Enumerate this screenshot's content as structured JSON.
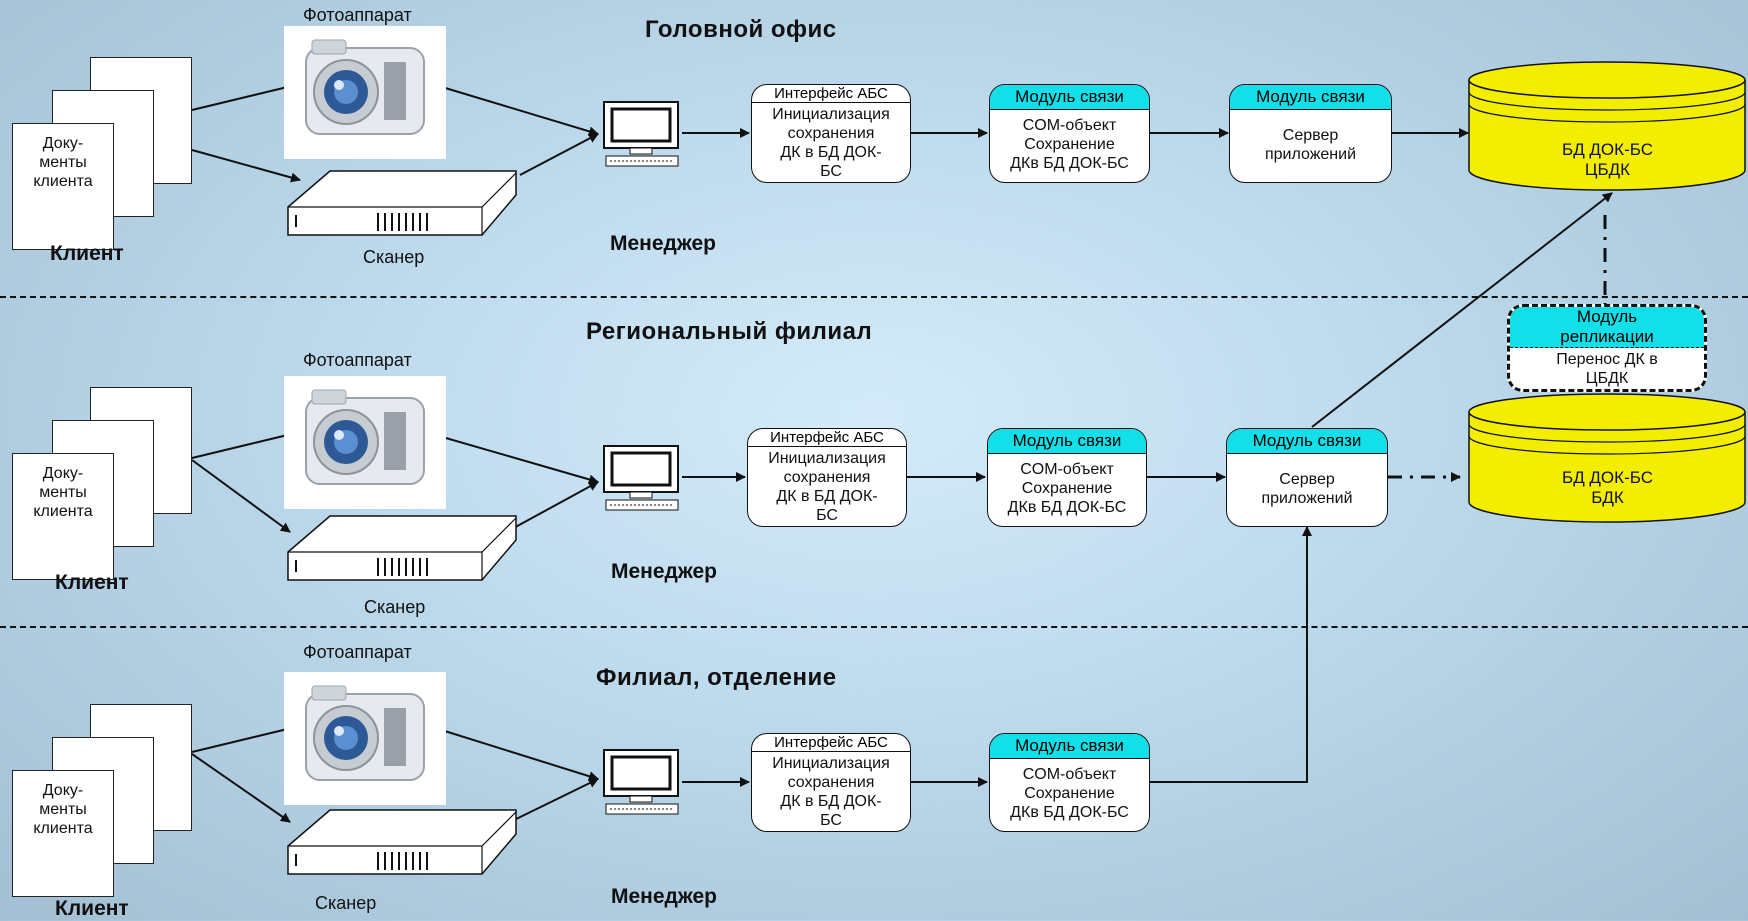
{
  "sections": {
    "head_office": "Головной офис",
    "regional_branch": "Региональный филиал",
    "branch_office": "Филиал, отделение"
  },
  "labels": {
    "camera": "Фотоаппарат",
    "scanner": "Сканер",
    "manager": "Менеджер",
    "client": "Клиент",
    "client_docs": "Доку-\nменты\nклиента"
  },
  "abs_interface": {
    "header": "Интерфейс АБС",
    "body": "Инициализация\nсохранения\nДК в БД ДОК-\nБС"
  },
  "comm_module": {
    "header": "Модуль связи",
    "body": "COM-объект\nСохранение\nДКв БД ДОК-БС"
  },
  "app_server": {
    "header": "Модуль связи",
    "body": "Сервер\nприложений"
  },
  "replication": {
    "header": "Модуль\nрепликации",
    "body": "Перенос ДК в\nЦБДК"
  },
  "databases": {
    "central": "БД ДОК-БС\nЦБДК",
    "regional": "БД ДОК-БС\nБДК"
  },
  "colors": {
    "cyan_header": "#13dfe8",
    "database_fill": "#f3ee00"
  }
}
